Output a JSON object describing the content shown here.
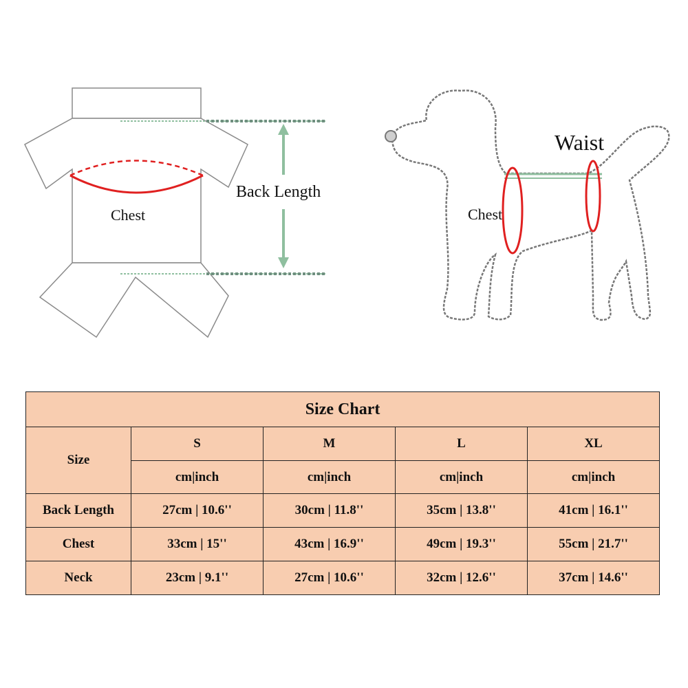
{
  "diagram": {
    "left": {
      "chest_label": "Chest",
      "back_length_label": "Back Length"
    },
    "right": {
      "chest_label": "Chest",
      "waist_label": "Waist"
    },
    "colors": {
      "chest_ring": "#e02020",
      "measure_line": "#8fbf9f",
      "outline": "#777777"
    }
  },
  "size_chart": {
    "title": "Size Chart",
    "size_header": "Size",
    "sizes": [
      "S",
      "M",
      "L",
      "XL"
    ],
    "unit_label": "cm|inch",
    "rows": [
      {
        "label": "Back Length",
        "values": [
          "27cm | 10.6''",
          "30cm | 11.8''",
          "35cm | 13.8''",
          "41cm | 16.1''"
        ]
      },
      {
        "label": "Chest",
        "values": [
          "33cm | 15''",
          "43cm | 16.9''",
          "49cm | 19.3''",
          "55cm | 21.7''"
        ]
      },
      {
        "label": "Neck",
        "values": [
          "23cm | 9.1''",
          "27cm | 10.6''",
          "32cm | 12.6''",
          "37cm | 14.6''"
        ]
      }
    ],
    "background": "#f8cdb0"
  }
}
